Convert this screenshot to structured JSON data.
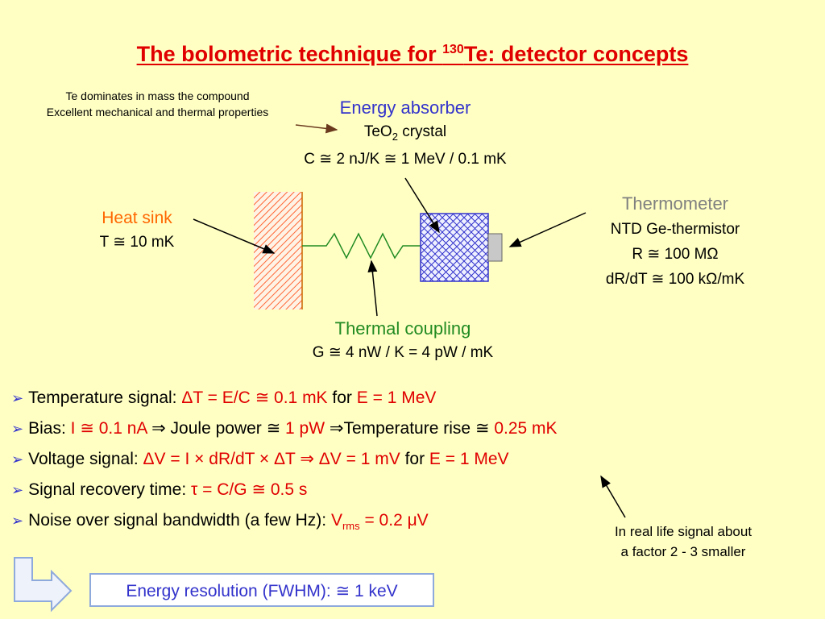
{
  "title": {
    "prefix": "The bolometric technique for ",
    "isotope_mass": "130",
    "suffix": "Te: detector concepts"
  },
  "note": {
    "line1": "Te dominates in mass the compound",
    "line2": "Excellent mechanical and thermal properties"
  },
  "absorber": {
    "label": "Energy absorber",
    "crystal_prefix": "TeO",
    "crystal_sub": "2",
    "crystal_suffix": " crystal",
    "capacity": "C ≅ 2 nJ/K ≅ 1 MeV / 0.1 mK"
  },
  "heat_sink": {
    "label": "Heat sink",
    "temp": "T ≅ 10 mK"
  },
  "thermometer": {
    "label": "Thermometer",
    "type": "NTD Ge-thermistor",
    "resistance": "R ≅ 100 MΩ",
    "slope": "dR/dT ≅ 100 kΩ/mK"
  },
  "coupling": {
    "label": "Thermal coupling",
    "conductance": "G ≅ 4 nW / K = 4 pW / mK"
  },
  "bullets": [
    {
      "parts": [
        {
          "t": "Temperature signal: ",
          "red": false
        },
        {
          "t": "ΔT = E/C ≅ 0.1 mK",
          "red": true
        },
        {
          "t": " for ",
          "red": false
        },
        {
          "t": "E = 1 MeV",
          "red": true
        }
      ]
    },
    {
      "parts": [
        {
          "t": "Bias: ",
          "red": false
        },
        {
          "t": "I  ≅ 0.1 nA",
          "red": true
        },
        {
          "t": " ⇒ Joule power  ≅ ",
          "red": false
        },
        {
          "t": "1 pW",
          "red": true
        },
        {
          "t": " ⇒Temperature rise ≅ ",
          "red": false
        },
        {
          "t": "0.25 mK",
          "red": true
        }
      ]
    },
    {
      "parts": [
        {
          "t": "Voltage signal: ",
          "red": false
        },
        {
          "t": "ΔV = I × dR/dT × ΔT ⇒  ΔV = 1 mV",
          "red": true
        },
        {
          "t": " for ",
          "red": false
        },
        {
          "t": "E = 1 MeV",
          "red": true
        }
      ]
    },
    {
      "parts": [
        {
          "t": "Signal recovery time: ",
          "red": false
        },
        {
          "t": "τ = C/G ≅ 0.5 s",
          "red": true
        }
      ]
    },
    {
      "parts": [
        {
          "t": "Noise over signal bandwidth (a few Hz): ",
          "red": false
        },
        {
          "t": "V",
          "red": true,
          "after_sub": "rms",
          "rest": " = 0.2 μV"
        }
      ]
    }
  ],
  "bullet_glyph": "➢",
  "real_life": {
    "line1": "In real life signal about",
    "line2": "a factor 2 - 3 smaller"
  },
  "resolution": "Energy resolution (FWHM): ≅ 1 keV",
  "colors": {
    "title_red": "#e00000",
    "absorber_blue": "#3333cc",
    "heat_sink_orange": "#ff6600",
    "thermometer_grey": "#808080",
    "coupling_green": "#228b22",
    "background": "#ffffc4"
  }
}
